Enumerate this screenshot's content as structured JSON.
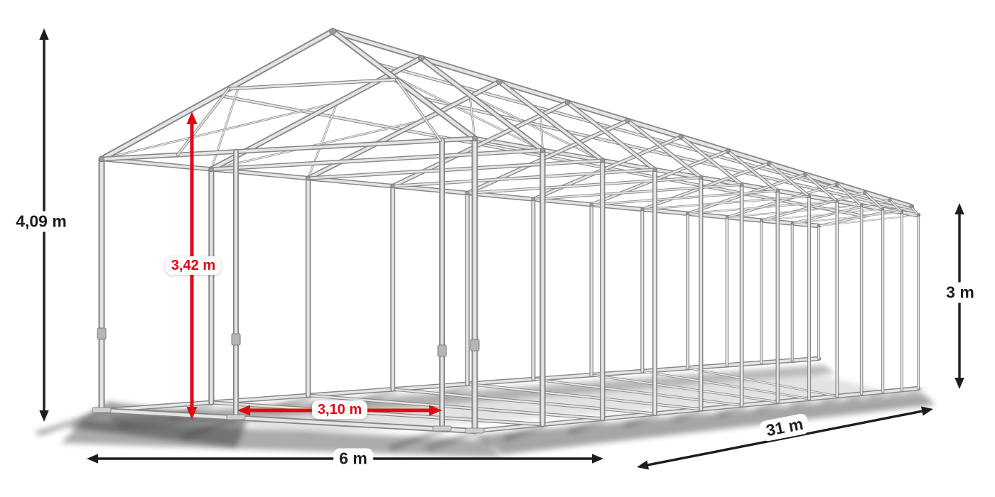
{
  "dimensions": {
    "total_height": {
      "label": "4,09 m",
      "color": "#1d1d1b"
    },
    "inner_height": {
      "label": "3,42 m",
      "color": "#e30613"
    },
    "entrance_width": {
      "label": "3,10 m",
      "color": "#e30613"
    },
    "width": {
      "label": "6 m",
      "color": "#1d1d1b"
    },
    "length": {
      "label": "31 m",
      "color": "#1d1d1b"
    },
    "side_height": {
      "label": "3 m",
      "color": "#1d1d1b"
    }
  },
  "palette": {
    "background": "#ffffff",
    "frame_tube_dark": "#868686",
    "frame_tube_light": "#e4e4e4",
    "joint": "#9c9c9c",
    "joint_edge": "#6e6e6e",
    "shadow": "#3a3a3a",
    "dimension_black": "#1d1d1b",
    "dimension_red": "#e30613"
  }
}
